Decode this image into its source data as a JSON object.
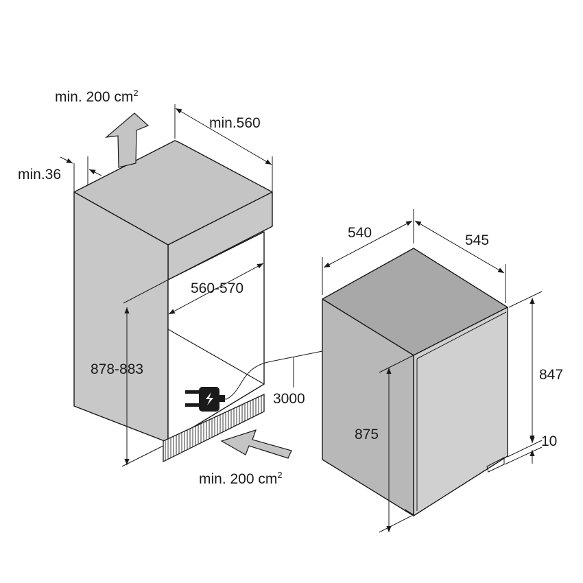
{
  "labels": {
    "top_vent": "min. 200 cm",
    "top_vent_unit_sup": "2",
    "bottom_vent": "min. 200 cm",
    "bottom_vent_unit_sup": "2",
    "top_gap": "min.36",
    "niche_depth": "min.560",
    "niche_width": "560-570",
    "niche_height": "878-883",
    "cable_length": "3000",
    "appliance_width": "540",
    "appliance_depth": "545",
    "appliance_height_body": "847",
    "plinth_height": "10",
    "appliance_height_total": "875"
  },
  "colors": {
    "appliance_front": "#d0d0d0",
    "appliance_side": "#b8b8b8",
    "appliance_top": "#a8a8a8",
    "niche_top": "#c4c4c4",
    "niche_panel": "#c8c8c8",
    "arrow": "#c4c4c4",
    "ink": "#1a1a1a"
  },
  "icons": {
    "plug": "power-plug-icon"
  }
}
